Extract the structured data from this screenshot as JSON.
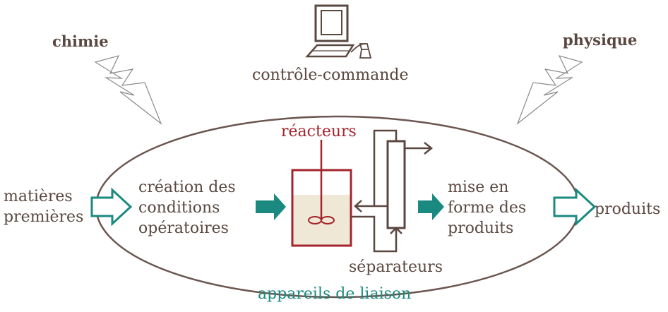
{
  "labels": {
    "chimie": "chimie",
    "physique": "physique",
    "controle": "contrôle-commande",
    "reacteurs": "réacteurs",
    "separateurs": "séparateurs",
    "liaison": "appareils de liaison",
    "matieres_l1": "matières",
    "matieres_l2": "premières",
    "creation_l1": "création des",
    "creation_l2": "conditions",
    "creation_l3": "opératoires",
    "mise_l1": "mise en",
    "mise_l2": "forme des",
    "mise_l3": "produits",
    "produits": "produits"
  },
  "colors": {
    "outline": "#6b5550",
    "text": "#5a4740",
    "teal": "#1a8a80",
    "reactor_red": "#a3242e",
    "reactor_fill": "#f0e8d6"
  },
  "icons": [
    "computer-icon",
    "lightning-bolt-icon",
    "stirrer-icon"
  ]
}
